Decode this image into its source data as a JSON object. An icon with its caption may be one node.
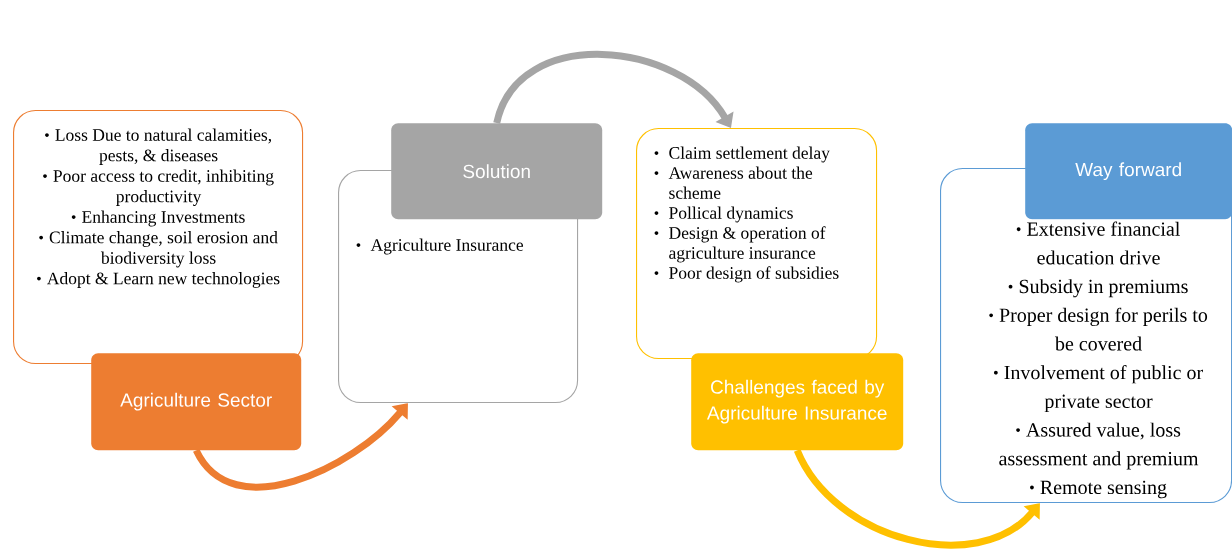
{
  "diagram": {
    "nodes": [
      {
        "text": [
          "Loss Due to natural calamities, pests, & diseases",
          "Poor access to credit, inhibiting productivity",
          "Enhancing Investments",
          "Climate change, soil erosion and biodiversity loss",
          "Adopt & Learn new technologies"
        ]
      },
      {
        "text": [
          "Agriculture Sector"
        ]
      },
      {
        "text": [
          "Solution"
        ]
      },
      {
        "text": [
          "Agriculture Insurance"
        ]
      },
      {
        "text": [
          "Claim settlement delay",
          "Awareness about the scheme",
          "Pollical dynamics",
          "Design & operation of agriculture insurance",
          "Poor design of subsidies"
        ]
      },
      {
        "text": [
          "Challenges faced by Agriculture Insurance"
        ]
      },
      {
        "text": [
          "Way forward"
        ]
      },
      {
        "text": [
          "Extensive financial education drive",
          "Subsidy in premiums",
          "Proper design for perils to be covered",
          "Involvement of public or private sector",
          "Assured value, loss assessment and premium",
          "Remote sensing"
        ]
      }
    ],
    "edges": [
      {
        "from": 1,
        "to": 3,
        "arrow": "to",
        "color": "#ed7d31"
      },
      {
        "from": 2,
        "to": 4,
        "arrow": "to",
        "color": "#a5a5a5"
      },
      {
        "from": 5,
        "to": 7,
        "arrow": "to",
        "color": "#ffc000"
      }
    ]
  }
}
